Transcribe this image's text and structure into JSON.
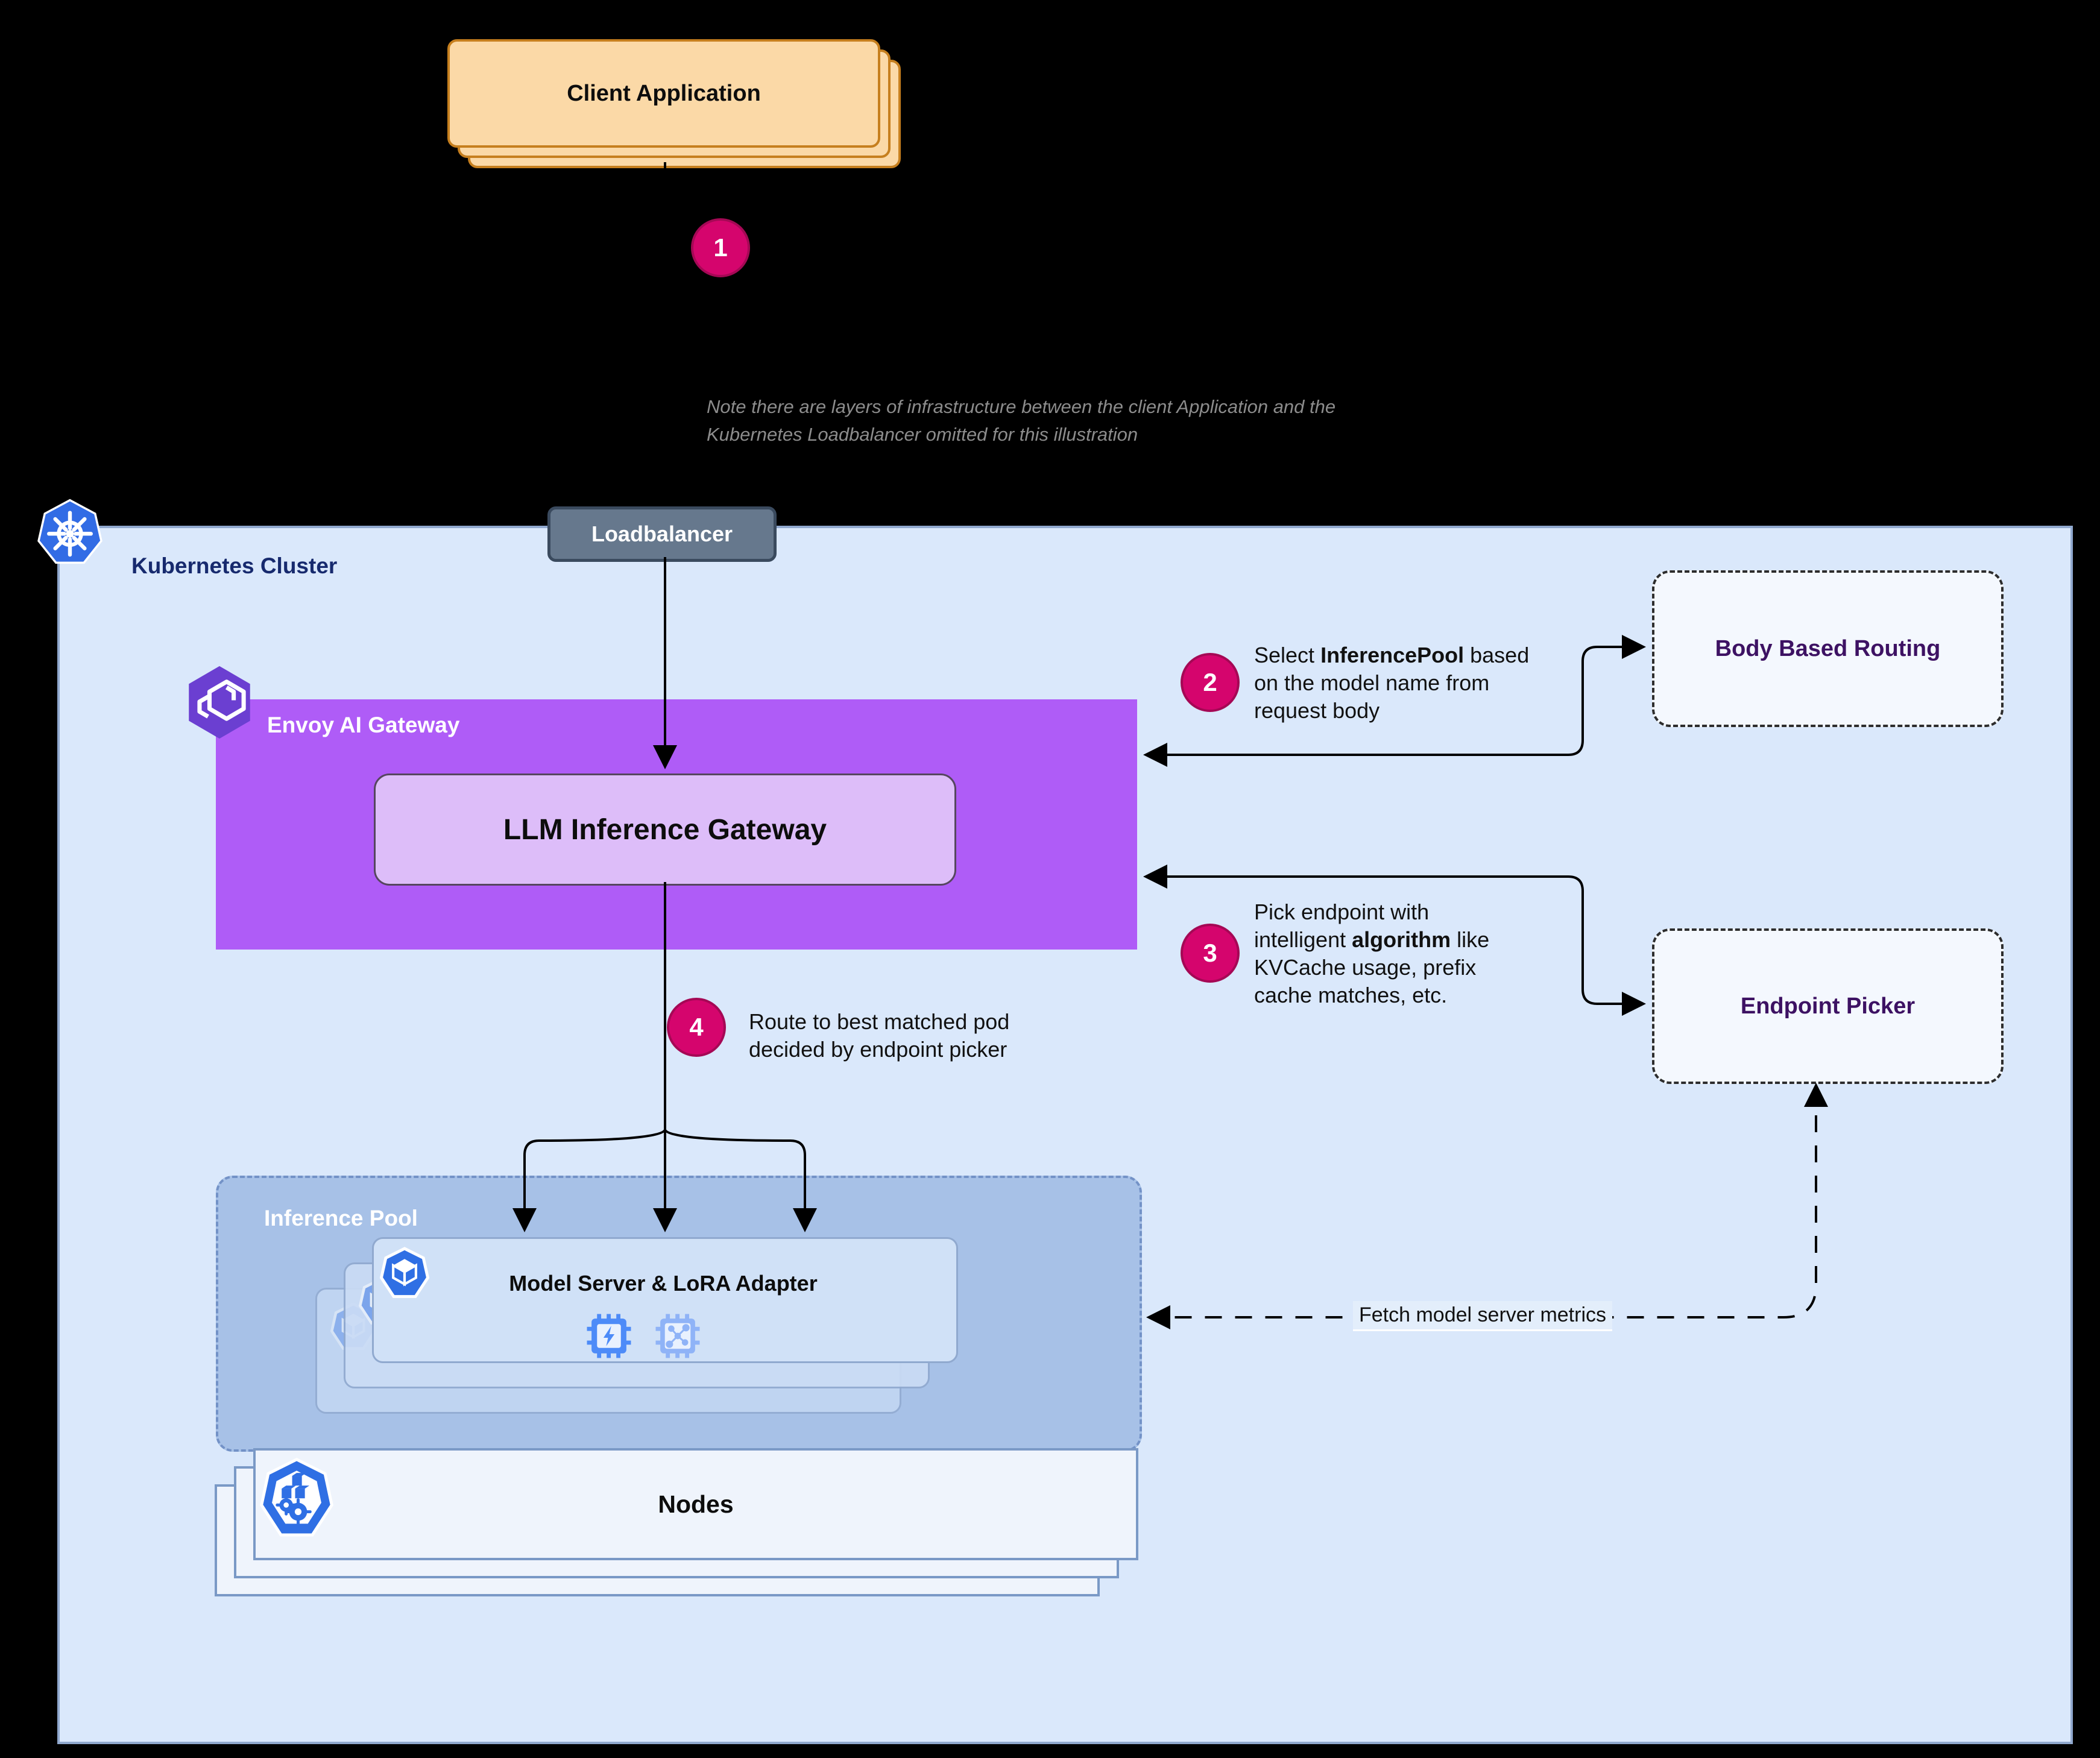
{
  "client_application": {
    "label": "Client Application"
  },
  "note_lines": [
    "Note there are layers of infrastructure between the client Application and the",
    "Kubernetes Loadbalancer omitted for this illustration"
  ],
  "loadbalancer": {
    "label": "Loadbalancer"
  },
  "kubernetes_cluster": {
    "label": "Kubernetes Cluster"
  },
  "envoy_ai_gateway": {
    "label": "Envoy AI Gateway",
    "llm_inference_gateway": "LLM Inference Gateway"
  },
  "body_based_routing": {
    "label": "Body Based Routing"
  },
  "endpoint_picker": {
    "label": "Endpoint Picker"
  },
  "inference_pool": {
    "label": "Inference Pool",
    "model_server": "Model Server & LoRA Adapter"
  },
  "nodes": {
    "label": "Nodes"
  },
  "metrics_flow": {
    "label": "Fetch model server metrics"
  },
  "steps": [
    {
      "number": "1",
      "lines": []
    },
    {
      "number": "2",
      "lines": [
        [
          {
            "t": "Select "
          },
          {
            "t": "InferencePool",
            "b": true
          },
          {
            "t": " based"
          }
        ],
        [
          {
            "t": "on the model name from"
          }
        ],
        [
          {
            "t": "request body"
          }
        ]
      ]
    },
    {
      "number": "3",
      "lines": [
        [
          {
            "t": "Pick endpoint with"
          }
        ],
        [
          {
            "t": "intelligent "
          },
          {
            "t": "algorithm",
            "b": true
          },
          {
            "t": " like"
          }
        ],
        [
          {
            "t": "KVCache usage, prefix"
          }
        ],
        [
          {
            "t": "cache matches, etc."
          }
        ]
      ]
    },
    {
      "number": "4",
      "lines": [
        [
          {
            "t": "Route to best matched pod"
          }
        ],
        [
          {
            "t": "decided by endpoint picker"
          }
        ]
      ]
    }
  ],
  "icons": {
    "kubernetes_logo": "kubernetes helm wheel",
    "envoy_logo": "envoy proxy hexagon",
    "pod_icon": "kubernetes pod cube",
    "gpu_bolt_icon": "gpu chip with lightning bolt",
    "gpu_circuit_icon": "gpu chip with circuit pattern",
    "node_icon": "kubernetes node heptagon"
  },
  "colors": {
    "background": "#000000",
    "client_fill": "#FBD9A7",
    "client_border": "#C67F1E",
    "badge_pink": "#D5056D",
    "cluster_fill": "#DAE8FB",
    "envoy_purple": "#AF5CF7",
    "llm_fill": "#DDBDF9",
    "pool_fill": "#A7C1E7",
    "model_fill": "#D0E1F7",
    "nodes_fill": "#EFF4FC",
    "kubernetes_blue": "#326CE5",
    "dark_navy_text": "#172A6E",
    "service_text_purple": "#3D1263",
    "loadbalancer_fill": "#66788D"
  }
}
